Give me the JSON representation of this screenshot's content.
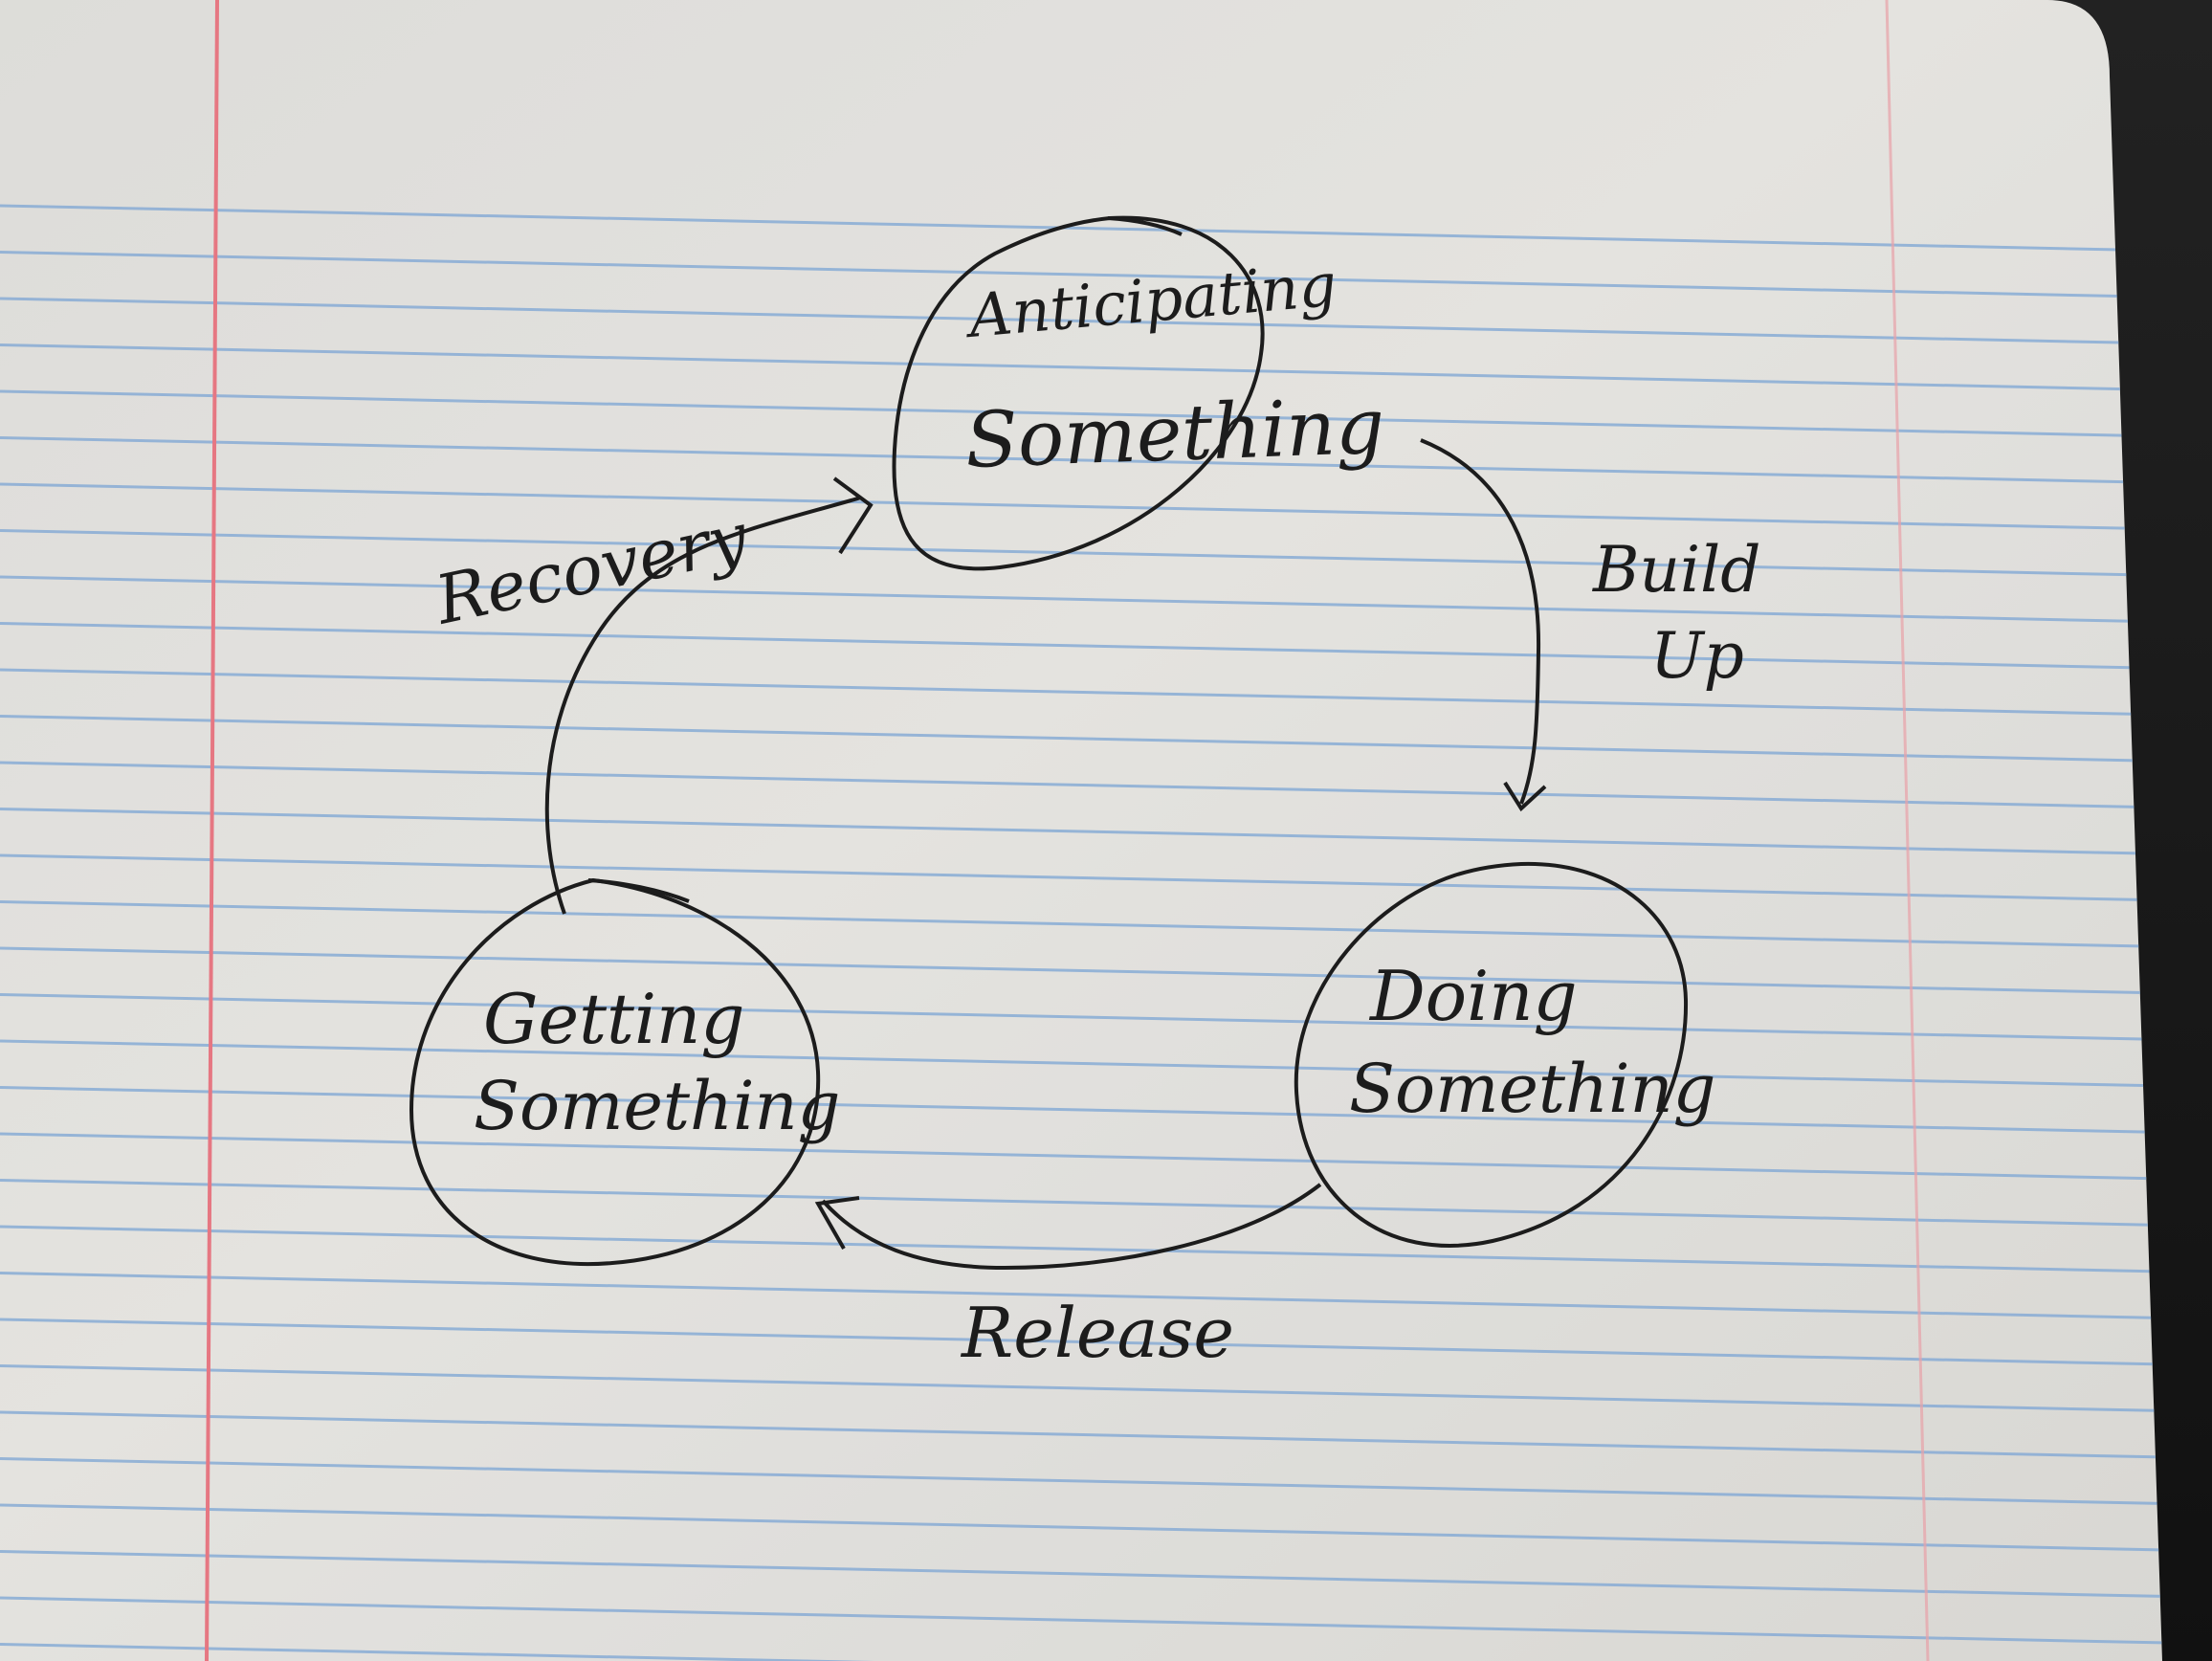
{
  "diagram": {
    "nodes": {
      "anticipating": {
        "line1": "Anticipating",
        "line2": "Something"
      },
      "doing": {
        "line1": "Doing",
        "line2": "Something"
      },
      "getting": {
        "line1": "Getting",
        "line2": "Something"
      }
    },
    "edges": {
      "buildup": {
        "line1": "Build",
        "line2": "Up"
      },
      "release": {
        "label": "Release"
      },
      "recovery": {
        "label": "Recovery"
      }
    }
  },
  "colors": {
    "paper": "#ecebe7",
    "rule": "#8fb4de",
    "margin": "#f07c88",
    "ink": "#1e1e1e"
  }
}
